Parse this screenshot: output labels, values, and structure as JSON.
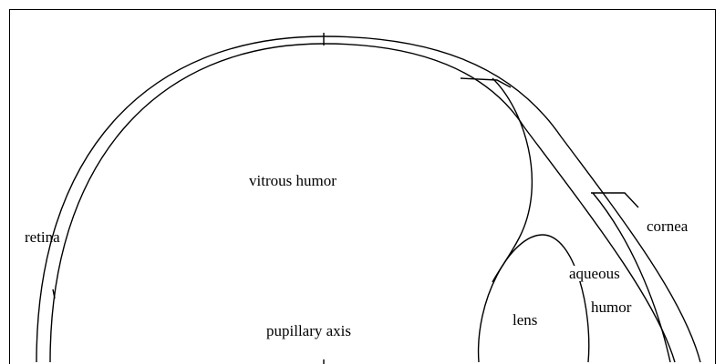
{
  "diagram": {
    "labels": {
      "vitreous": "vitrous humor",
      "retina": "retina",
      "cornea": "cornea",
      "aqueous_line1": "aqueous",
      "aqueous_line2": "humor",
      "lens": "lens",
      "axis": "pupillary axis"
    }
  }
}
